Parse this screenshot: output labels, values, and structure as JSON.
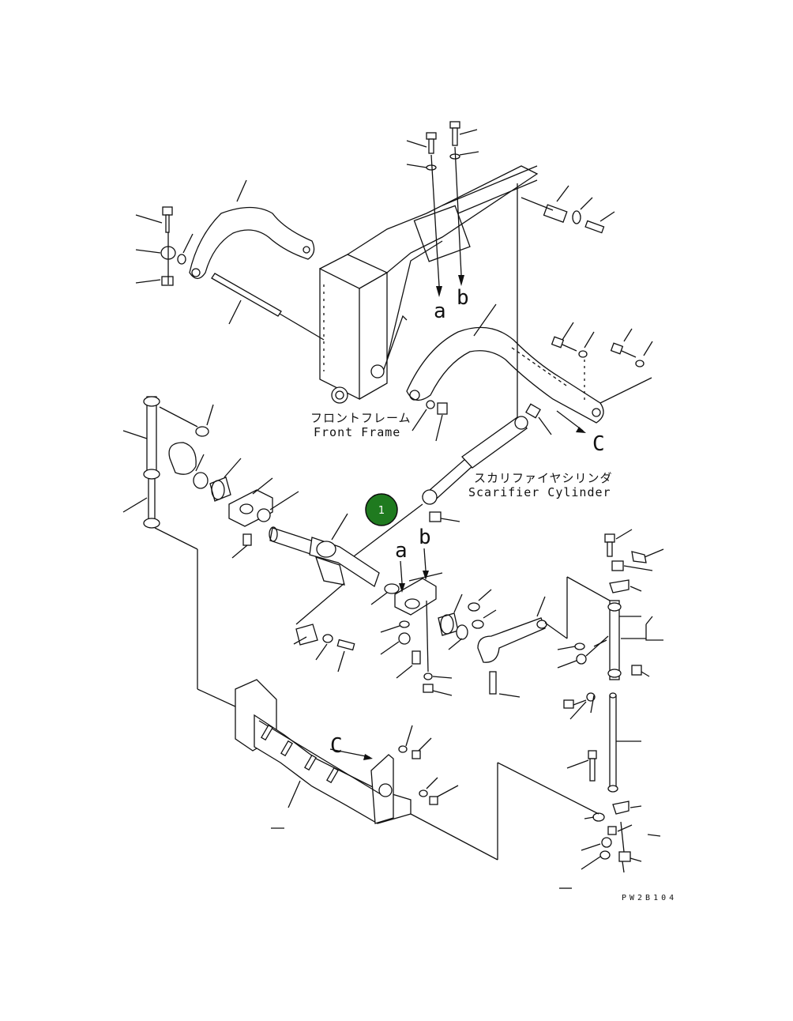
{
  "labels": {
    "front_frame_jp": "フロントフレーム",
    "front_frame_en": "Front Frame",
    "scarifier_cylinder_jp": "スカリファイヤシリンダ",
    "scarifier_cylinder_en": "Scarifier Cylinder",
    "ref_a": "a",
    "ref_b": "b",
    "ref_c": "C",
    "drawing_code": "PW2B104"
  },
  "callouts": [
    {
      "number": "1",
      "color": "#1f7a1f"
    }
  ]
}
